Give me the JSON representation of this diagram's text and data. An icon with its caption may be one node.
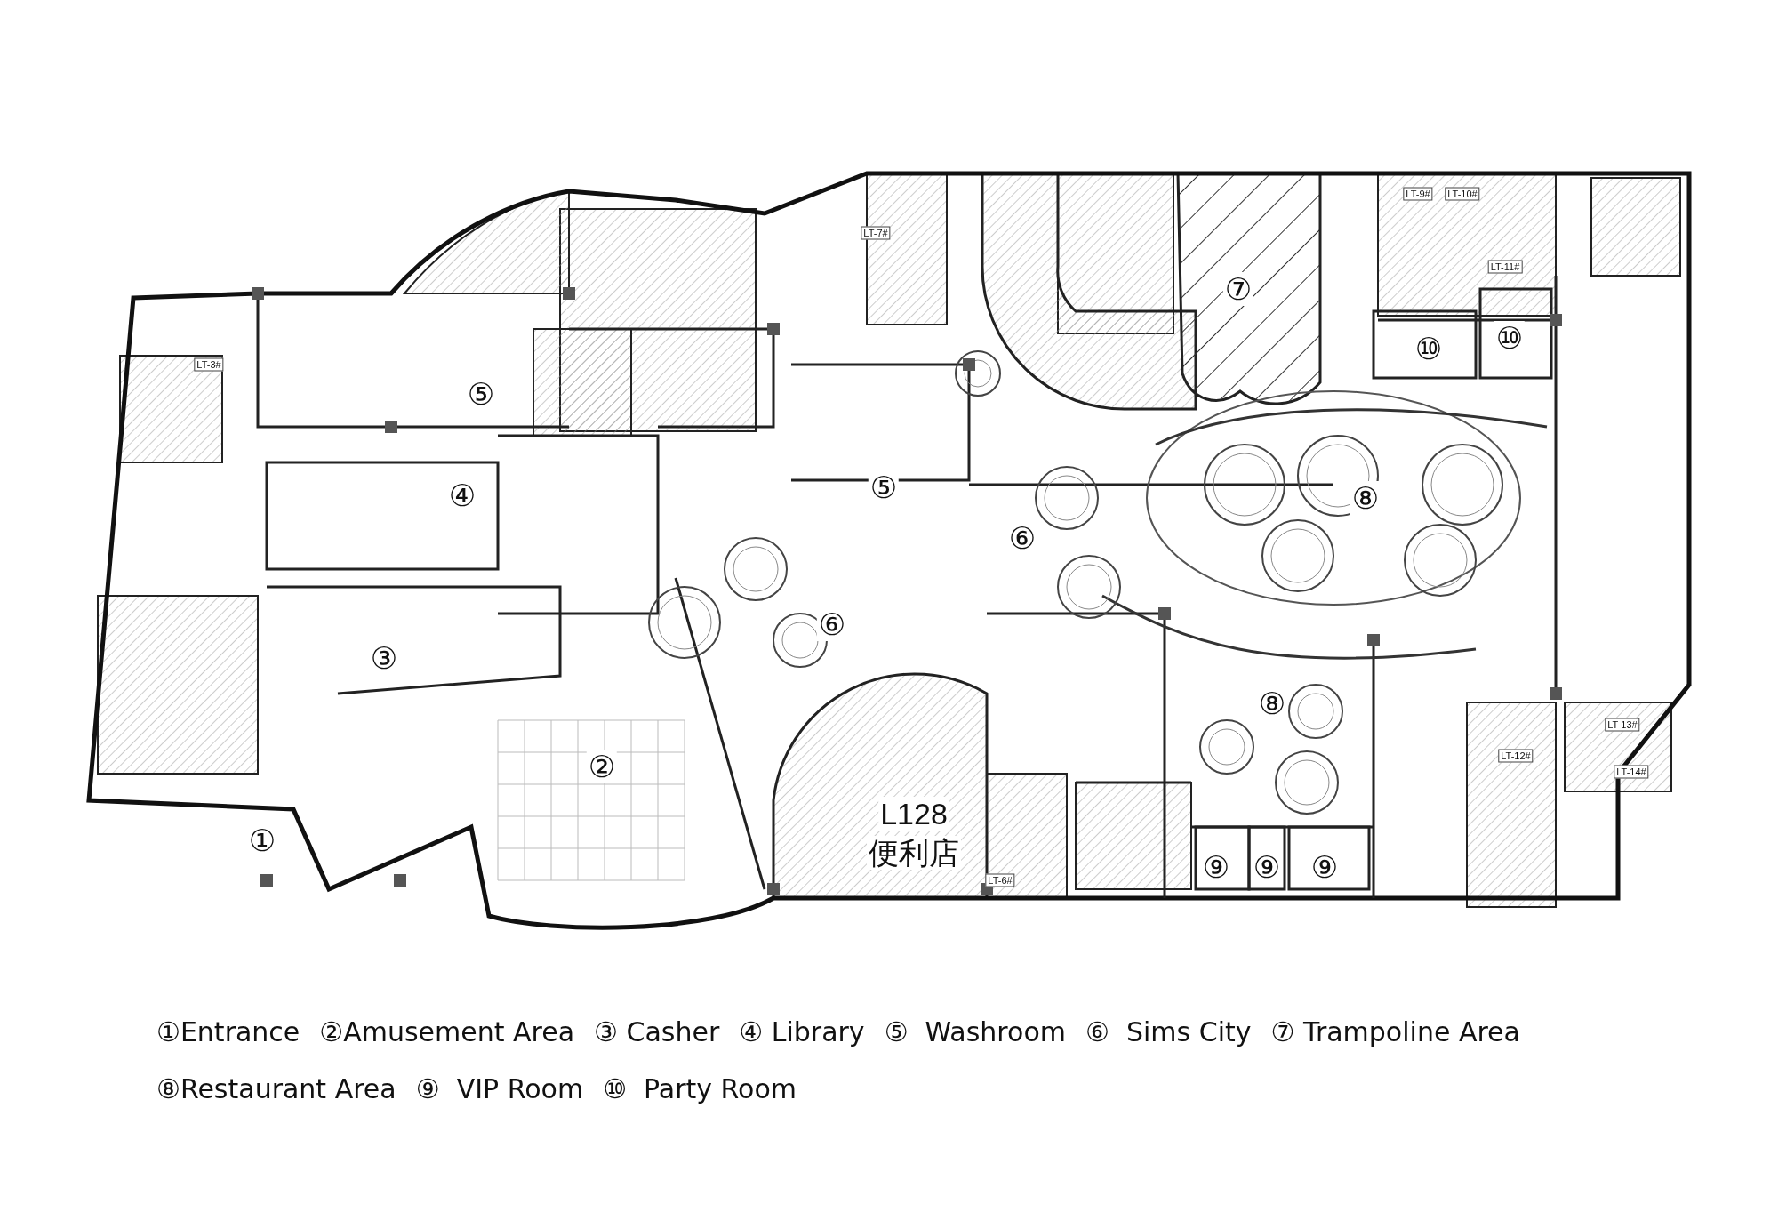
{
  "diagram": {
    "labels": [
      "⑦",
      "⑩",
      "⑩",
      "⑤",
      "④",
      "⑤",
      "⑧",
      "⑥",
      "⑥",
      "③",
      "⑧",
      "②",
      "L128",
      "①",
      "便利店",
      "⑨",
      "⑨",
      "⑨",
      "LT-3#",
      "LT-7#",
      "LT-9#",
      "LT-10#",
      "LT-11#",
      "LT-12#",
      "LT-13#",
      "LT-14#",
      "LT-6#"
    ],
    "legend": [
      {
        "text": "①Entrance"
      },
      {
        "text": "②Amusement Area"
      },
      {
        "text": "③ Casher"
      },
      {
        "text": "④ Library"
      },
      {
        "text": "⑤  Washroom"
      },
      {
        "text": "⑥  Sims City"
      },
      {
        "text": "⑦ Trampoline Area"
      },
      {
        "text": "⑧Restaurant Area"
      },
      {
        "text": "⑨  VIP Room"
      },
      {
        "text": "⑩  Party Room"
      }
    ]
  }
}
